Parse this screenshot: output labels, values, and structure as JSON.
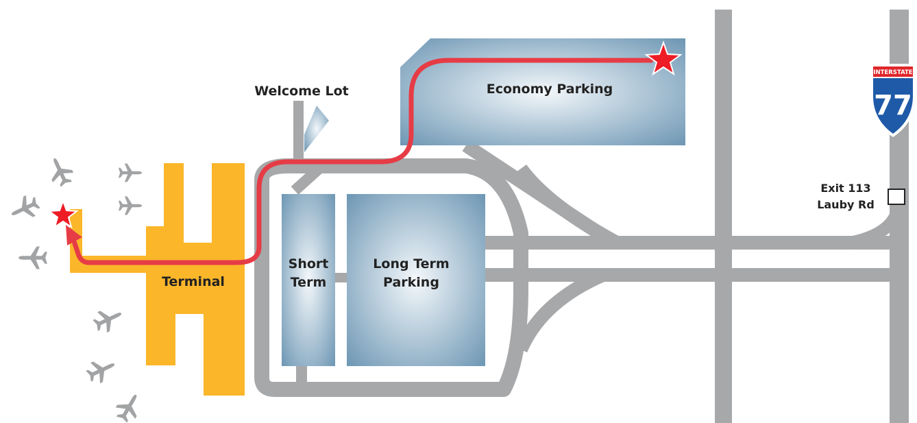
{
  "colors": {
    "road": "#a7a8aa",
    "terminal": "#fbb62a",
    "route": "#e63c46",
    "star": "#ee1c25",
    "parking_light": "#f4f8fb",
    "parking_dark": "#6e97b4",
    "plane": "#a2a3a5",
    "shield_blue": "#1f5aa8",
    "shield_red": "#e0262b"
  },
  "labels": {
    "welcome_lot": "Welcome Lot",
    "economy_parking": "Economy Parking",
    "short_term_line1": "Short",
    "short_term_line2": "Term",
    "long_term_line1": "Long Term",
    "long_term_line2": "Parking",
    "terminal": "Terminal",
    "exit_line1": "Exit 113",
    "exit_line2": "Lauby Rd"
  },
  "shield": {
    "top_text": "INTERSTATE",
    "number": "77"
  },
  "icons": {
    "airplane": "airplane-icon",
    "star": "star-icon",
    "exit_marker": "exit-square-icon",
    "interstate": "interstate-shield-icon"
  }
}
